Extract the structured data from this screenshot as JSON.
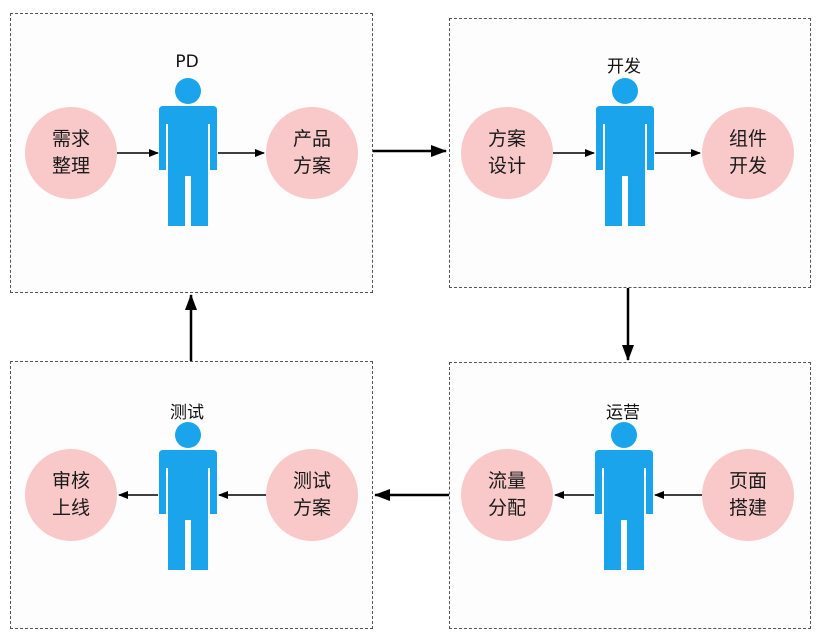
{
  "colors": {
    "bubble": "#F9C8C8",
    "person": "#1AA4EC",
    "arrow": "#000000",
    "panel_border": "#555555"
  },
  "panels": [
    {
      "role": "PD",
      "icon": "person-icon",
      "left_bubble": [
        "需求",
        "整理"
      ],
      "right_bubble": [
        "产品",
        "方案"
      ]
    },
    {
      "role": "开发",
      "icon": "person-icon",
      "left_bubble": [
        "方案",
        "设计"
      ],
      "right_bubble": [
        "组件",
        "开发"
      ]
    },
    {
      "role": "测试",
      "icon": "person-icon",
      "left_bubble": [
        "审核",
        "上线"
      ],
      "right_bubble": [
        "测试",
        "方案"
      ]
    },
    {
      "role": "运营",
      "icon": "person-icon",
      "left_bubble": [
        "流量",
        "分配"
      ],
      "right_bubble": [
        "页面",
        "搭建"
      ]
    }
  ]
}
